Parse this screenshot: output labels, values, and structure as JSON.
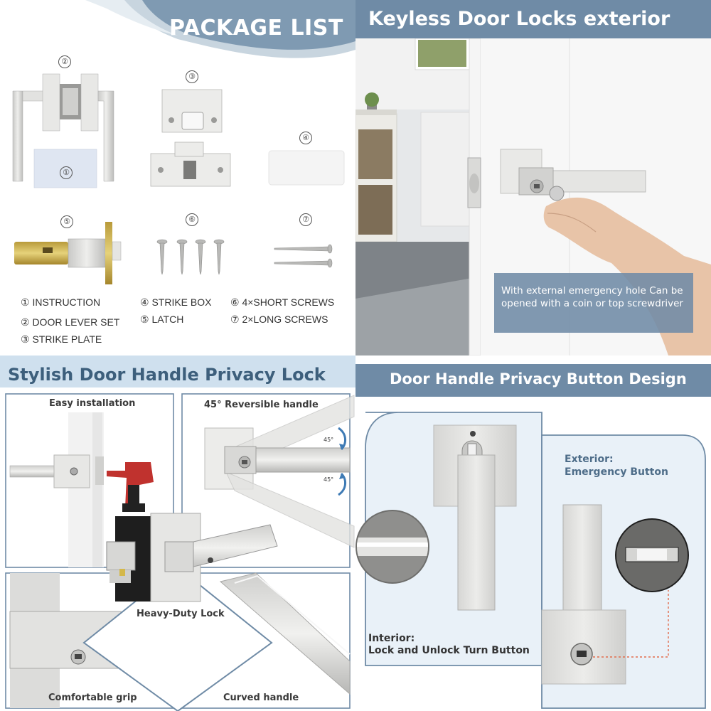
{
  "package": {
    "title": "PACKAGE LIST",
    "numbers": [
      "①",
      "②",
      "③",
      "④",
      "⑤",
      "⑥",
      "⑦"
    ],
    "legend": [
      "① INSTRUCTION",
      "② DOOR LEVER SET",
      "③ STRIKE PLATE",
      "④ STRIKE BOX",
      "⑤ LATCH",
      "⑥ 4×SHORT SCREWS",
      "⑦ 2×LONG SCREWS"
    ]
  },
  "keyless": {
    "title": "Keyless Door Locks exterior",
    "info": "With external emergency hole Can be opened with a coin or top screwdriver"
  },
  "stylish": {
    "title": "Stylish Door Handle Privacy Lock",
    "captions": {
      "easy": "Easy installation",
      "reversible": "45° Reversible handle",
      "heavy": "Heavy-Duty Lock",
      "grip": "Comfortable grip",
      "curved": "Curved handle"
    },
    "angle_top": "45°",
    "angle_bottom": "45°"
  },
  "privacy": {
    "title": "Door Handle Privacy Button Design",
    "exterior_line1": "Exterior:",
    "exterior_line2": "Emergency Button",
    "interior_line1": "Interior:",
    "interior_line2": "Lock and Unlock Turn Button"
  },
  "colors": {
    "header_blue": "#6f8ba6",
    "title_navy": "#3d5f7c",
    "satin_nickel": "#d8d8d6"
  }
}
